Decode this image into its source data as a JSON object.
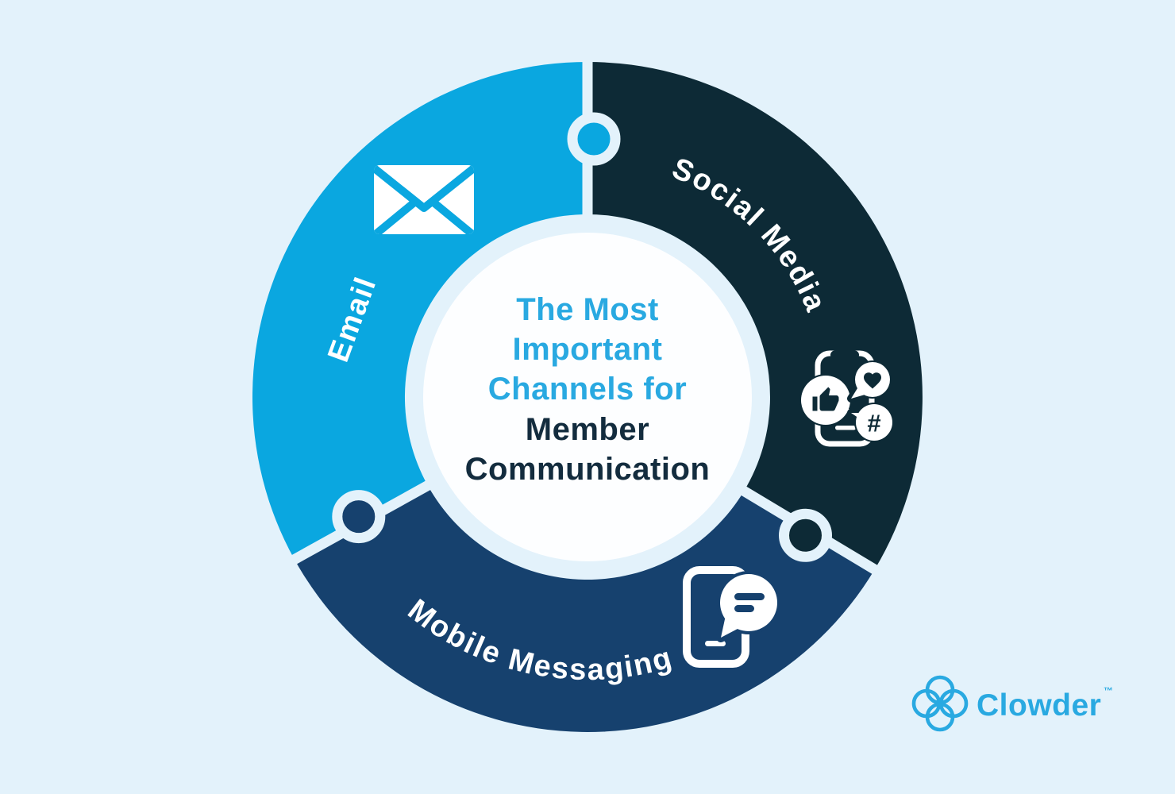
{
  "palette": {
    "background": "#E3F2FB",
    "email_blue": "#0AA7E0",
    "social_navy": "#0D2A36",
    "mobile_blue": "#16416E",
    "accent_cyan": "#29A9E1",
    "dark_navy_text": "#132C3E",
    "white": "#FFFFFF",
    "center_circle": "#FDFEFF"
  },
  "wheel": {
    "center_title": {
      "lines": [
        {
          "text": "The Most",
          "emphasis": "accent"
        },
        {
          "text": "Important",
          "emphasis": "accent"
        },
        {
          "text": "Channels for",
          "emphasis": "accent"
        },
        {
          "text": "Member",
          "emphasis": "dark"
        },
        {
          "text": "Communication",
          "emphasis": "dark"
        }
      ]
    },
    "segments": [
      {
        "label": "Email",
        "icon": "envelope-icon",
        "color": "#0AA7E0"
      },
      {
        "label": "Social Media",
        "icon": "social-engagement-phone-icon",
        "color": "#0D2A36"
      },
      {
        "label": "Mobile Messaging",
        "icon": "phone-chat-bubble-icon",
        "color": "#16416E"
      }
    ]
  },
  "branding": {
    "logo_text": "Clowder",
    "trademark": "™",
    "logo_icon": "clowder-clover-icon",
    "color": "#29A9E1"
  }
}
